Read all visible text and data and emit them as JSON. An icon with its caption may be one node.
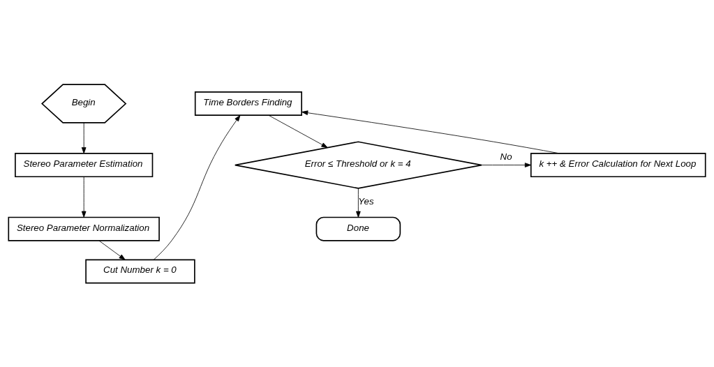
{
  "diagram": {
    "nodes": [
      {
        "text": [
          "Begin"
        ]
      },
      {
        "text": [
          "Stereo Parameter Estimation"
        ]
      },
      {
        "text": [
          "Stereo Parameter Normalization"
        ]
      },
      {
        "text": [
          "Cut Number k = 0"
        ]
      },
      {
        "text": [
          "Time Borders Finding"
        ]
      },
      {
        "text": [
          "Error ≤ Threshold or k = 4"
        ]
      },
      {
        "text": [
          "k ++ & Error Calculation for Next Loop"
        ]
      },
      {
        "text": [
          "Done"
        ]
      }
    ],
    "edges": [
      {
        "from": 0,
        "to": 1,
        "arrow": "to"
      },
      {
        "from": 1,
        "to": 2,
        "arrow": "to"
      },
      {
        "from": 2,
        "to": 3,
        "arrow": "to"
      },
      {
        "from": 3,
        "to": 4,
        "arrow": "to"
      },
      {
        "from": 4,
        "to": 5,
        "arrow": "to"
      },
      {
        "from": 5,
        "to": 6,
        "arrow": "to",
        "label": "No"
      },
      {
        "from": 5,
        "to": 7,
        "arrow": "to",
        "label": "Yes"
      },
      {
        "from": 6,
        "to": 4,
        "arrow": "to"
      }
    ]
  }
}
